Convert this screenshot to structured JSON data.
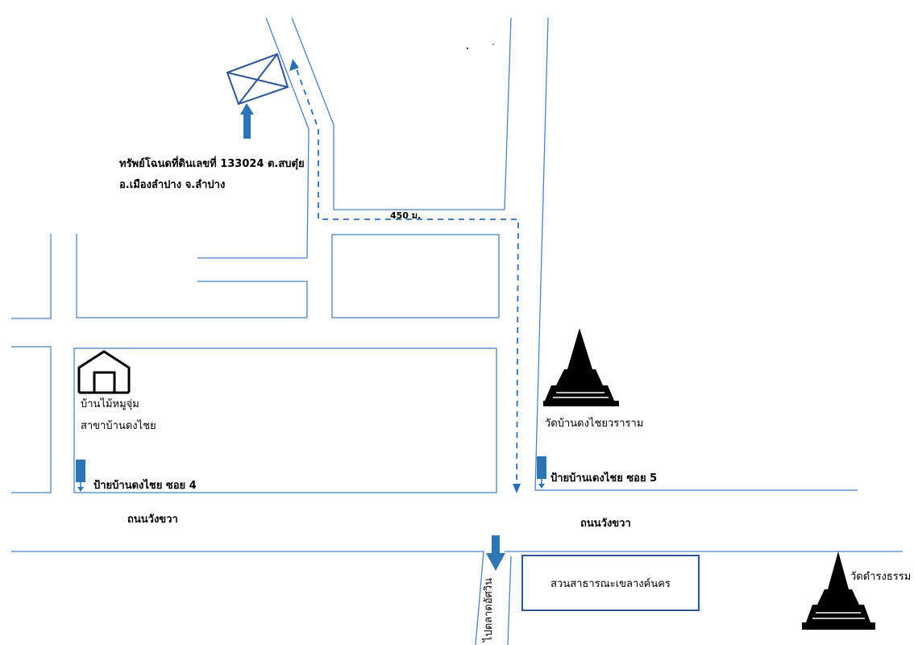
{
  "property": {
    "line1": "ทรัพย์โฉนดที่ดินเลขที่ 133024 ต.สบตุ๋ย",
    "line2": "อ.เมืองลำปาง จ.ลำปาง"
  },
  "distance_label": "450  ม.",
  "store": {
    "line1": "บ้านไม้หมูจุ่ม",
    "line2": "สาขาบ้านดงไชย"
  },
  "temple_main": "วัดบ้านดงไชยวราราม",
  "temple_corner": "วัดดำรงธรรม",
  "bus_stop_soi4": "ป้ายบ้านดงไชย ซอย 4",
  "bus_stop_soi5": "ป้ายบ้านเดงไชย ซอย 5",
  "road_left": "ถนนวังขวา",
  "road_right": "ถนนวังขวา",
  "park": "สวนสาธารณะเขลางค์นคร",
  "to_market": "ไปตลาดอัศวิน",
  "colors": {
    "road_line": "#4f81bd",
    "route": "#2e6db4",
    "arrow": "#2e75b6",
    "park_border": "#2f5597",
    "landmark": "#000000"
  }
}
